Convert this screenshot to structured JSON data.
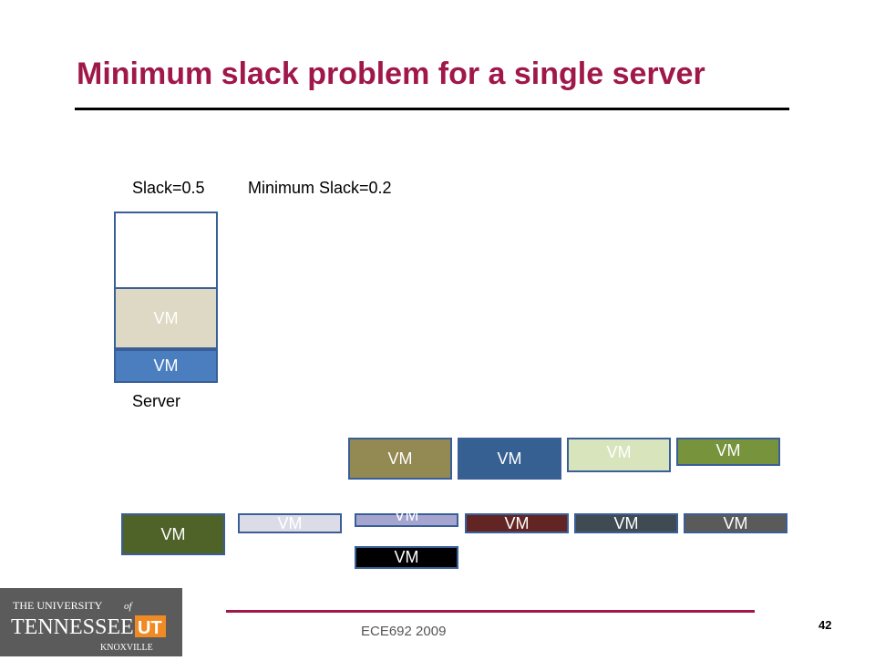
{
  "slide": {
    "title": "Minimum slack problem for a single server",
    "slack_label": "Slack=0.5",
    "min_slack_label": "Minimum Slack=0.2",
    "server_label": "Server",
    "footer": "ECE692   2009",
    "page_number": "42"
  },
  "server_vms": [
    {
      "label": "VM",
      "color": "#ddd9c4"
    },
    {
      "label": "VM",
      "color": "#4a7ebf"
    }
  ],
  "pool_vms": [
    {
      "label": "VM",
      "color": "#938953"
    },
    {
      "label": "VM",
      "color": "#366092"
    },
    {
      "label": "VM",
      "color": "#d7e4bc"
    },
    {
      "label": "VM",
      "color": "#77933c"
    },
    {
      "label": "VM",
      "color": "#4f6228"
    },
    {
      "label": "VM",
      "color": "#dcdce8"
    },
    {
      "label": "VM",
      "color": "#a5a5d0"
    },
    {
      "label": "VM",
      "color": "#632523"
    },
    {
      "label": "VM",
      "color": "#404a52"
    },
    {
      "label": "VM",
      "color": "#5a5a5a"
    },
    {
      "label": "VM",
      "color": "#000000"
    }
  ],
  "logo": {
    "line1": "THE UNIVERSITY of",
    "line2": "TENNESSEE UT",
    "line3": "KNOXVILLE"
  }
}
